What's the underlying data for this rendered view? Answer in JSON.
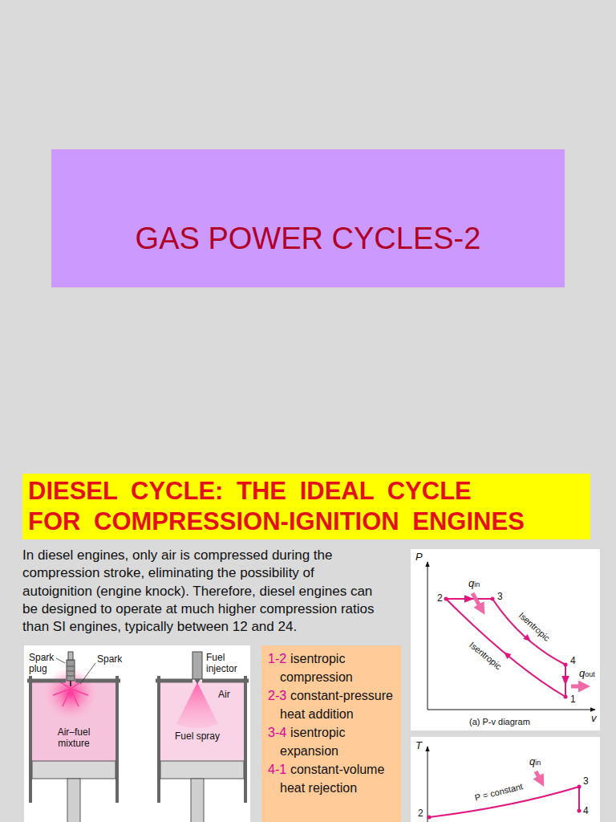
{
  "diagram": {
    "nodes": [
      {
        "text": [
          "GAS POWER CYCLES-2"
        ]
      },
      {
        "text": [
          "DIESEL CYCLE: THE IDEAL CYCLE FOR COMPRESSION-IGNITION ENGINES"
        ]
      },
      {
        "text": [
          "1-2",
          "isentropic compression",
          "2-3",
          "constant-pressure heat addition",
          "3-4",
          "isentropic expansion",
          "4-1",
          "constant-volume heat rejection"
        ]
      }
    ],
    "labels": [
      "In diesel engines, only air is compressed during the compression stroke, eliminating the possibility of autoignition (engine knock). Therefore, diesel engines can be designed to operate at much higher compression ratios than SI engines, typically between 12 and 24.",
      "Spark plug",
      "Spark",
      "Air–fuel mixture",
      "Fuel injector",
      "Air",
      "Fuel spray",
      "P",
      "qin",
      "2",
      "3",
      "Isentropic",
      "Isentropic",
      "4",
      "qout",
      "1",
      "v",
      "(a) P-v diagram",
      "T",
      "qin",
      "P = constant",
      "3",
      "4",
      "2"
    ]
  }
}
